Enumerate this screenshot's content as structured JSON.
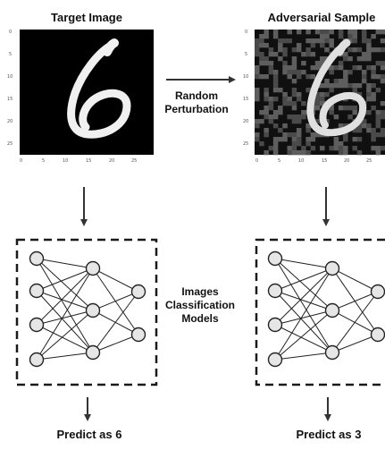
{
  "left_panel": {
    "title": "Target Image",
    "prediction": "Predict as 6",
    "x_ticks": [
      "0",
      "5",
      "10",
      "15",
      "20",
      "25"
    ],
    "y_ticks": [
      "0",
      "5",
      "10",
      "15",
      "20",
      "25"
    ]
  },
  "right_panel": {
    "title": "Adversarial Sample",
    "prediction": "Predict as 3",
    "x_ticks": [
      "0",
      "5",
      "10",
      "15",
      "20",
      "25"
    ],
    "y_ticks": [
      "0",
      "5",
      "10",
      "15",
      "20",
      "25"
    ]
  },
  "arrow_label": {
    "line1": "Random",
    "line2": "Perturbation"
  },
  "model_label": {
    "line1": "Images",
    "line2": "Classification",
    "line3": "Models"
  },
  "colors": {
    "image_bg": "#000000",
    "digit": "#f2f2f2",
    "noise": "#5e5e5e",
    "node_fill": "#e6e6e6",
    "edge": "#222222",
    "box_border": "#1a1a1a"
  }
}
